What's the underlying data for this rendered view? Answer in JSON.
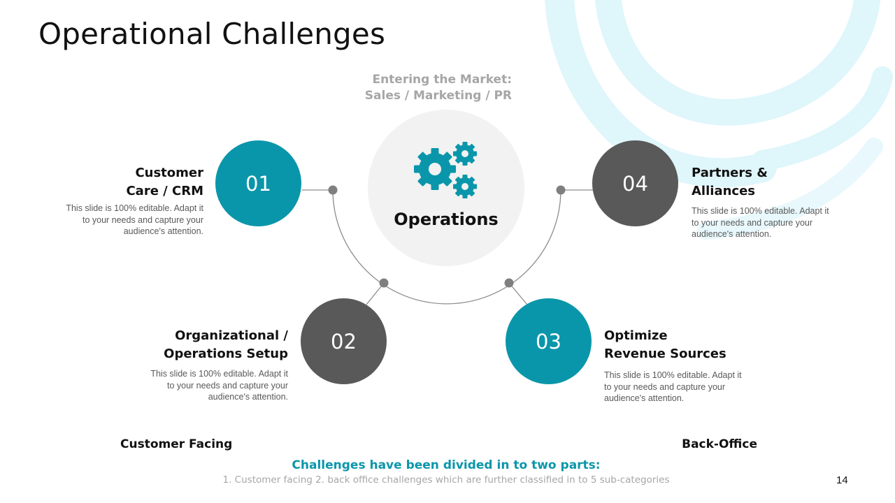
{
  "slide": {
    "title": "Operational Challenges",
    "market": {
      "line1": "Entering the Market:",
      "line2": "Sales / Marketing / PR"
    },
    "center": {
      "label": "Operations",
      "icon": "gears-icon"
    },
    "items": [
      {
        "number": "01",
        "title_line1": "Customer",
        "title_line2": "Care / CRM",
        "desc_line1": "This slide is 100% editable. Adapt it",
        "desc_line2": "to your needs and capture your",
        "desc_line3": "audience's attention."
      },
      {
        "number": "02",
        "title_line1": "Organizational /",
        "title_line2": "Operations Setup",
        "desc_line1": "This slide is 100% editable. Adapt it",
        "desc_line2": "to your needs and capture your",
        "desc_line3": "audience's attention."
      },
      {
        "number": "03",
        "title_line1": "Optimize",
        "title_line2": "Revenue Sources",
        "desc_line1": "This slide is 100% editable. Adapt it",
        "desc_line2": "to your needs and capture your",
        "desc_line3": "audience's attention."
      },
      {
        "number": "04",
        "title_line1": "Partners &",
        "title_line2": "Alliances",
        "desc_line1": "This slide is 100% editable. Adapt it",
        "desc_line2": "to your needs and capture your",
        "desc_line3": "audience's attention."
      }
    ],
    "footer": {
      "left_label": "Customer Facing",
      "right_label": "Back-Office",
      "conclusion": "Challenges have been divided in to two parts:",
      "subnote": "1. Customer facing 2. back office challenges which are further classified in to 5 sub-categories",
      "page_number": "14"
    },
    "colors": {
      "accent": "#0a96aa",
      "dark": "#595959",
      "light_bg": "#f2f2f2",
      "swirl": "#dff6fb"
    }
  }
}
